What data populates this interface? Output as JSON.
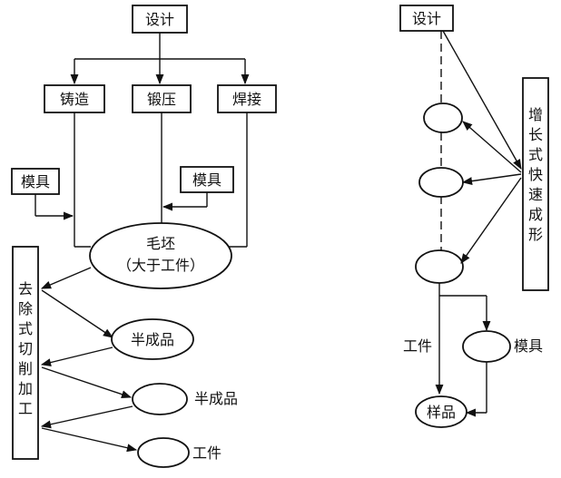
{
  "left": {
    "design": "设计",
    "processes": [
      "铸造",
      "锻压",
      "焊接"
    ],
    "mold_left": "模具",
    "mold_right": "模具",
    "blank_line1": "毛坯",
    "blank_line2": "（大于工件）",
    "subtractive_label": [
      "去",
      "除",
      "式",
      "切",
      "削",
      "加",
      "工"
    ],
    "semi1": "半成品",
    "semi2": "半成品",
    "workpiece": "工件"
  },
  "right": {
    "design": "设计",
    "additive_label": [
      "增",
      "长",
      "式",
      "快",
      "速",
      "成",
      "形"
    ],
    "workpiece": "工件",
    "mold": "模具",
    "sample": "样品"
  }
}
